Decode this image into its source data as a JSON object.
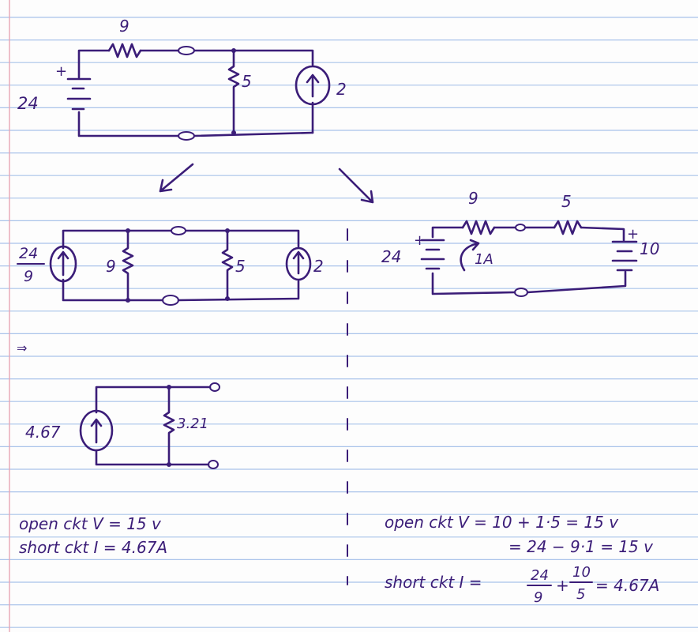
{
  "colors": {
    "ink": "#3b1d78",
    "rule": "#a9c3ea",
    "margin": "#e7a6b4",
    "paper": "#fdfdfd"
  },
  "circuit_original": {
    "resistor_left": "9",
    "battery_voltage": "24",
    "battery_plus": "+",
    "resistor_middle": "5",
    "current_source": "2"
  },
  "circuit_norton": {
    "source_top": "24",
    "source_bottom": "9",
    "resistor_left": "9",
    "resistor_right": "5",
    "source_right": "2"
  },
  "circuit_thevenin": {
    "resistor_left": "9",
    "resistor_right": "5",
    "battery_left": "24",
    "battery_left_plus": "+",
    "loop_current": "1A",
    "battery_right": "10",
    "battery_right_plus": "+"
  },
  "equivalent": {
    "source": "4.67",
    "resistor": "3.21",
    "arrow_mark": "⇒"
  },
  "results_left": {
    "open_circuit": "open ckt V = 15 v",
    "short_circuit": "short ckt I = 4.67A"
  },
  "results_right": {
    "open_circuit": "open ckt V = 10 + 1·5 = 15 v",
    "open_circuit_alt": "= 24 − 9·1 = 15 v",
    "short_circuit_prefix": "short ckt I =",
    "frac1_num": "24",
    "frac1_den": "9",
    "plus": "+",
    "frac2_num": "10",
    "frac2_den": "5",
    "short_circuit_result": "= 4.67A"
  }
}
